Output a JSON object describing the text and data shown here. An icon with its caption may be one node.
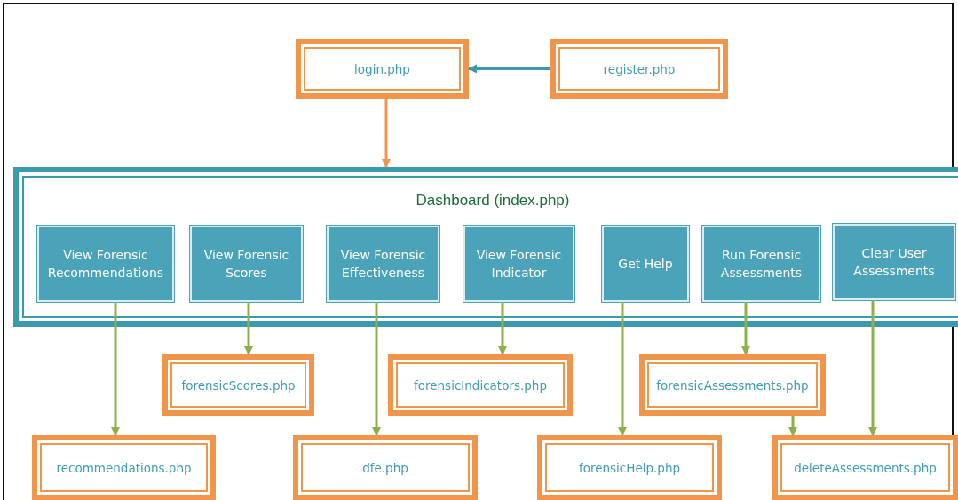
{
  "diagram": {
    "nodes": [
      {
        "text": [
          "login.php"
        ]
      },
      {
        "text": [
          "register.php"
        ]
      },
      {
        "text": [
          "Dashboard (index.php)"
        ]
      },
      {
        "text": [
          "View Forensic Recommendations"
        ],
        "in": 2
      },
      {
        "text": [
          "View Forensic Scores"
        ],
        "in": 2
      },
      {
        "text": [
          "View Forensic Effectiveness"
        ],
        "in": 2
      },
      {
        "text": [
          "View Forensic Indicator"
        ],
        "in": 2
      },
      {
        "text": [
          "Get Help"
        ],
        "in": 2
      },
      {
        "text": [
          "Run Forensic Assessments"
        ],
        "in": 2
      },
      {
        "text": [
          "Clear User Assessments"
        ],
        "in": 2
      },
      {
        "text": [
          "forensicScores.php"
        ]
      },
      {
        "text": [
          "forensicIndicators.php"
        ]
      },
      {
        "text": [
          "forensicAssessments.php"
        ]
      },
      {
        "text": [
          "recommendations.php"
        ]
      },
      {
        "text": [
          "dfe.php"
        ]
      },
      {
        "text": [
          "forensicHelp.php"
        ]
      },
      {
        "text": [
          "deleteAssessments.php"
        ]
      }
    ],
    "edges": [
      {
        "from": 1,
        "to": 0,
        "arrow": "to",
        "color": "#3a9bb0"
      },
      {
        "from": 0,
        "to": 2,
        "arrow": "to",
        "color": "#f0954a"
      },
      {
        "from": 3,
        "to": 13,
        "arrow": "to"
      },
      {
        "from": 4,
        "to": 10,
        "arrow": "to"
      },
      {
        "from": 5,
        "to": 14,
        "arrow": "to"
      },
      {
        "from": 6,
        "to": 11,
        "arrow": "to"
      },
      {
        "from": 7,
        "to": 15,
        "arrow": "to"
      },
      {
        "from": 8,
        "to": 12,
        "arrow": "to"
      },
      {
        "from": 9,
        "to": 16,
        "arrow": "to"
      },
      {
        "from": 12,
        "to": 16,
        "arrow": "to"
      }
    ]
  }
}
